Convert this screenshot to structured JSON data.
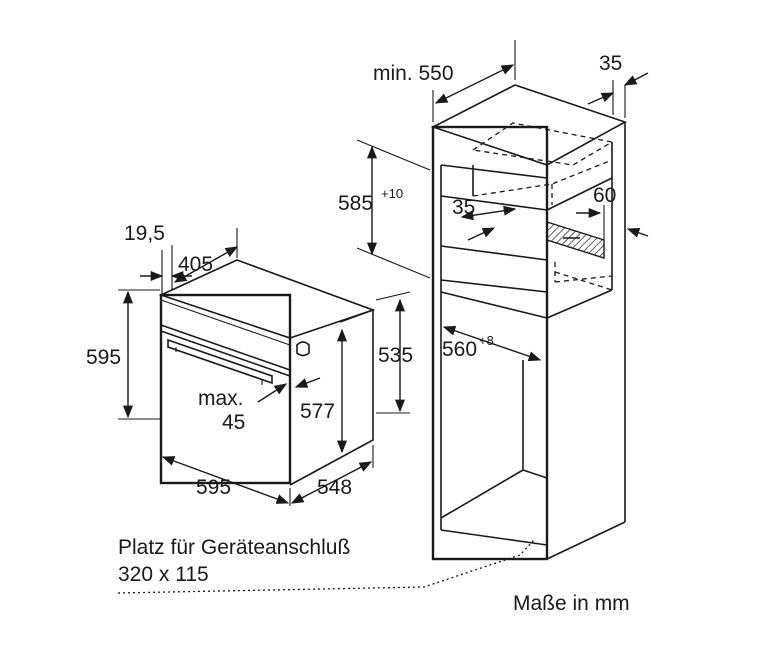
{
  "dimensions": {
    "oven_depth_front": "19,5",
    "oven_depth": "405",
    "oven_height": "595",
    "oven_body_height": "535",
    "inner_height": "577",
    "max_handle_label": "max.",
    "max_handle_value": "45",
    "oven_width": "595",
    "oven_body_width": "548",
    "cabinet_min_depth": "min. 550",
    "cabinet_side_35": "35",
    "niche_height": "585",
    "niche_height_tol": "+10",
    "shelf_35": "35",
    "vent_60": "60",
    "niche_width": "560",
    "niche_width_tol": "+8"
  },
  "notes": {
    "connection_line1": "Platz für Geräteanschluß",
    "connection_line2": "320 x 115",
    "units": "Maße in mm"
  }
}
